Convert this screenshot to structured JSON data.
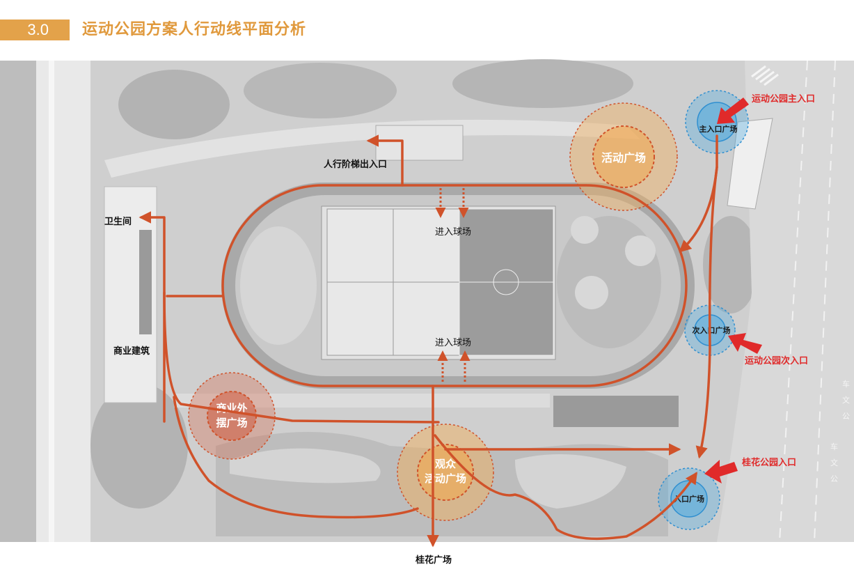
{
  "header": {
    "section_number": "3.0",
    "title": "运动公园方案人行动线平面分析"
  },
  "labels": {
    "stair_exit": "人行阶梯出入口",
    "toilet": "卫生间",
    "commercial_building": "商业建筑",
    "enter_court_top": "进入球场",
    "enter_court_bottom": "进入球场",
    "osmanthus_plaza": "桂花广场"
  },
  "plazas": {
    "activity": "活动广场",
    "market_line1": "商业外",
    "market_line2": "摆广场",
    "audience_line1": "观众",
    "audience_line2": "活动广场",
    "main_entry": "主入口广场",
    "secondary_entry": "次入口广场",
    "entry": "入口广场"
  },
  "entrances": {
    "main": "运动公园主入口",
    "secondary": "运动公园次入口",
    "osmanthus": "桂花公园入口"
  },
  "road_marks": {
    "mark1": "车",
    "mark2": "文",
    "mark3": "公",
    "mark4": "车",
    "mark5": "文",
    "mark6": "公"
  },
  "colors": {
    "accent": "#e3a24a",
    "path": "#d0522a",
    "entrance_arrow": "#e02a2a",
    "entry_circle": "#4aa8e0",
    "plaza_orange": "#f0b060",
    "plaza_red": "#d56a4e"
  }
}
